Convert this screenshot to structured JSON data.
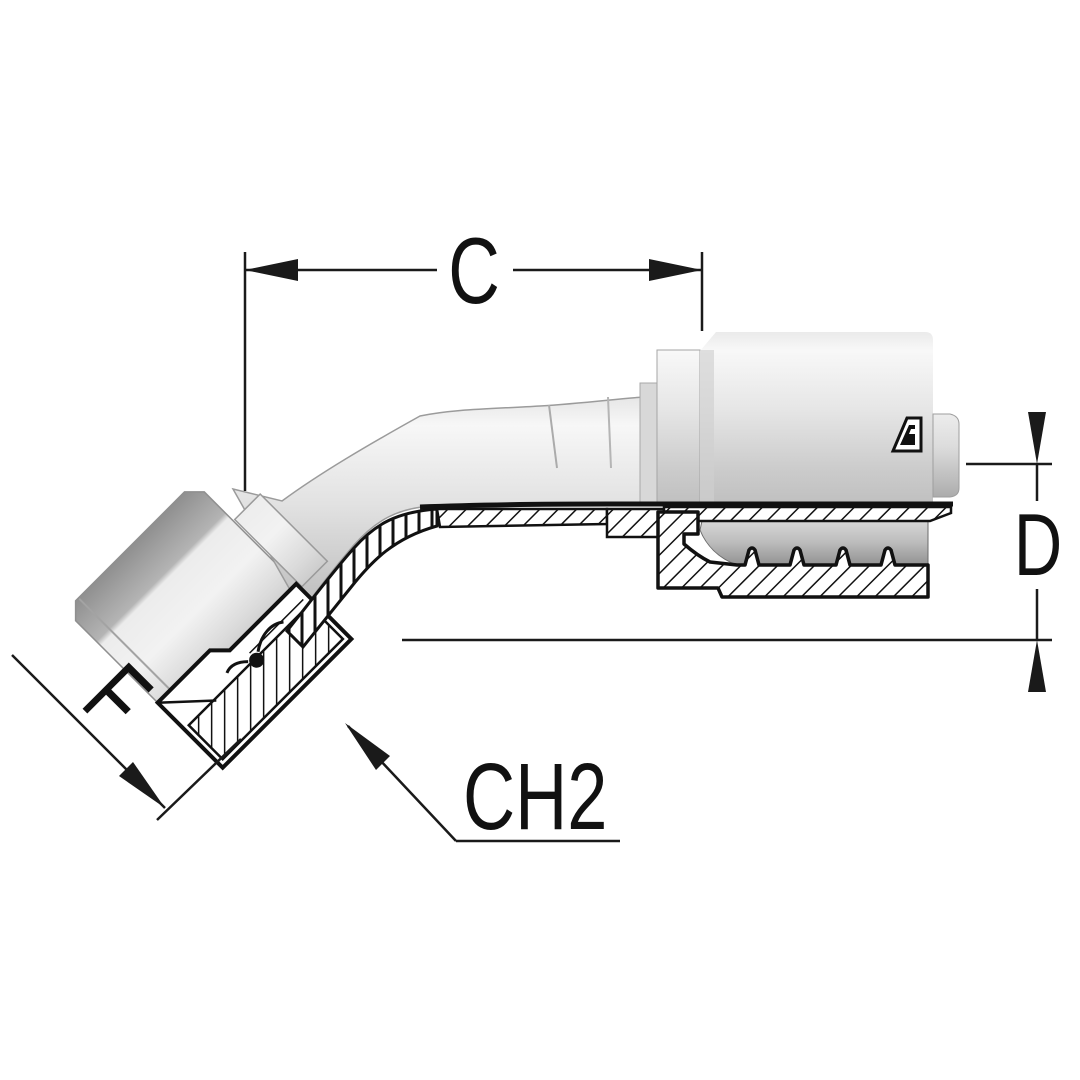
{
  "drawing": {
    "kind": "sectioned technical drawing of a 45-degree female swivel hose fitting",
    "labels": {
      "c": "C",
      "d": "D",
      "f": "F",
      "ch2": "CH2"
    },
    "icons": {
      "manufacturer_logo": "stylized-A-mark"
    },
    "colors": {
      "background": "#ffffff",
      "line": "#111111",
      "metal_light": "#f6f6f6",
      "metal_mid": "#d6d6d6",
      "metal_dark": "#989898"
    }
  }
}
